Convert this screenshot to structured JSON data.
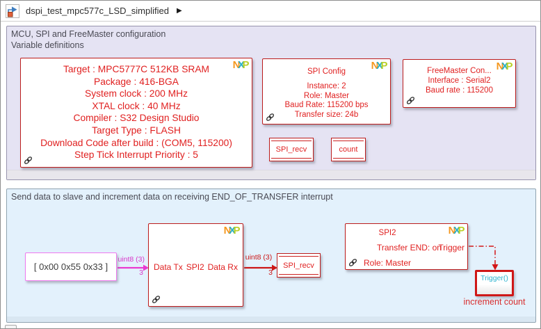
{
  "window": {
    "breadcrumb": {
      "model_name": "dspi_test_mpc577c_LSD_simplified",
      "arrow_glyph": "▶"
    }
  },
  "logo": {
    "n": "N",
    "x": "X",
    "p": "P"
  },
  "config_area": {
    "title_line1": "MCU, SPI and FreeMaster configuration",
    "title_line2": "Variable definitions",
    "mcu_block": {
      "lines": [
        "Target : MPC5777C 512KB SRAM",
        "Package : 416-BGA",
        "System clock : 200 MHz",
        "XTAL clock : 40 MHz",
        "Compiler : S32 Design Studio",
        "Target Type : FLASH",
        "Download Code after build : (COM5, 115200)",
        "Step Tick Interrupt Priority : 5"
      ]
    },
    "spi_config_block": {
      "title": "SPI Config",
      "lines": [
        "Instance: 2",
        "Role: Master",
        "Baud Rate: 115200 bps",
        "Transfer size: 24b"
      ]
    },
    "freemaster_block": {
      "lines": [
        "FreeMaster Con...",
        "Interface : Serial2",
        "Baud rate : 115200"
      ]
    },
    "spi_recv_store_label": "SPI_recv",
    "count_store_label": "count"
  },
  "transfer_area": {
    "title": "Send data to slave and increment data on receiving END_OF_TRANSFER interrupt",
    "constant_block": {
      "value": "[ 0x00 0x55 0x33 ]"
    },
    "tx_signal": {
      "type_label": "uint8 (3)",
      "width_label": "3"
    },
    "spi2_block": {
      "in_port": "Data Tx",
      "name": "SPI2",
      "out_port": "Data Rx"
    },
    "rx_signal": {
      "type_label": "uint8 (3)",
      "width_label": "3"
    },
    "spi_recv_store_label": "SPI_recv",
    "interrupt_block": {
      "title": "SPI2",
      "status": "Transfer END: on",
      "out_port": "Trigger",
      "role": "Role: Master"
    },
    "trigger_subsystem": {
      "port_label": "Trigger()",
      "caption": "increment count"
    }
  },
  "colors": {
    "block_border_red": "#bc1c1c",
    "text_red": "#e02020",
    "wire_red": "#cc1616",
    "magenta_wire": "#e93ad0",
    "constant_border": "#ef79ef",
    "trigger_cyan": "#2cb3cf",
    "area_lavender": "#e5e3f3",
    "area_blue": "#e3f1fc"
  }
}
